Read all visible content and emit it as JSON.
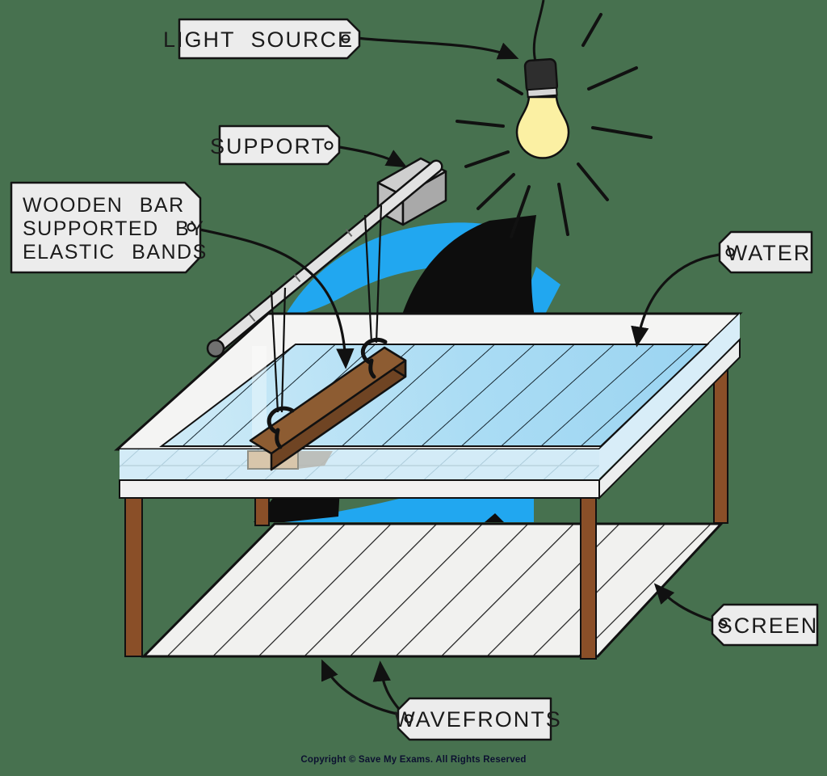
{
  "labels": {
    "light_source": "LIGHT SOURCE",
    "support": "SUPPORT",
    "wooden_bar_line1": "WOODEN BAR",
    "wooden_bar_line2": "SUPPORTED BY",
    "wooden_bar_line3": "ELASTIC BANDS",
    "water": "WATER",
    "screen": "SCREEN",
    "wavefronts": "WAVEFRONTS"
  },
  "footer": {
    "copyright": "Copyright © Save My Exams. All Rights Reserved"
  },
  "colors": {
    "background": "#47714f",
    "logo_blue": "#21a7f0",
    "logo_black": "#0d0d0d",
    "tag_fill": "#ececec",
    "tag_border": "#141414",
    "water": "#aadcf4",
    "water_front": "#d3ebf7",
    "rim_white": "#f4f4f3",
    "screen_white": "#f1f1ef",
    "wood_top": "#8d5c32",
    "wood_side": "#6f4423",
    "wood_end": "#5e3a1d",
    "leg_brown": "#8a4f28",
    "bulb_yellow": "#fbf0a3",
    "bulb_cap": "#2e2e2e",
    "rod_gray": "#e2e2e2",
    "tan_box": "#d8c6ab",
    "ink": "#111111"
  }
}
